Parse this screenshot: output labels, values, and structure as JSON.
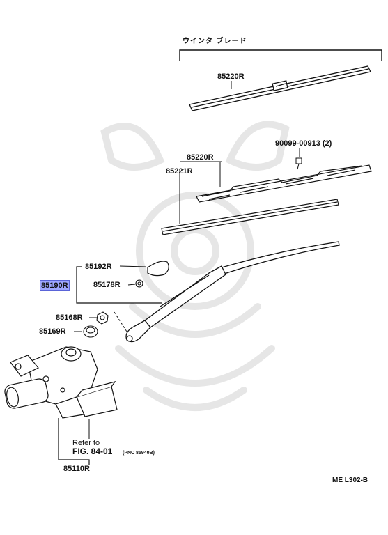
{
  "header": {
    "group_label": "ウインタ ブレード"
  },
  "parts": {
    "p85220R_top": "85220R",
    "p90099": "90099-00913 (2)",
    "p85220R_mid": "85220R",
    "p85221R": "85221R",
    "p85192R": "85192R",
    "p85190R": "85190R",
    "p85178R": "85178R",
    "p85168R": "85168R",
    "p85169R": "85169R",
    "p85110R": "85110R"
  },
  "refer": {
    "line1": "Refer to",
    "line2": "FIG. 84-01",
    "pnc": "(PNC 85940B)"
  },
  "footer": {
    "code": "ME L302-B"
  },
  "colors": {
    "highlight": "#9ea6ff",
    "line": "#111111",
    "watermark": "#e8e8e8"
  }
}
